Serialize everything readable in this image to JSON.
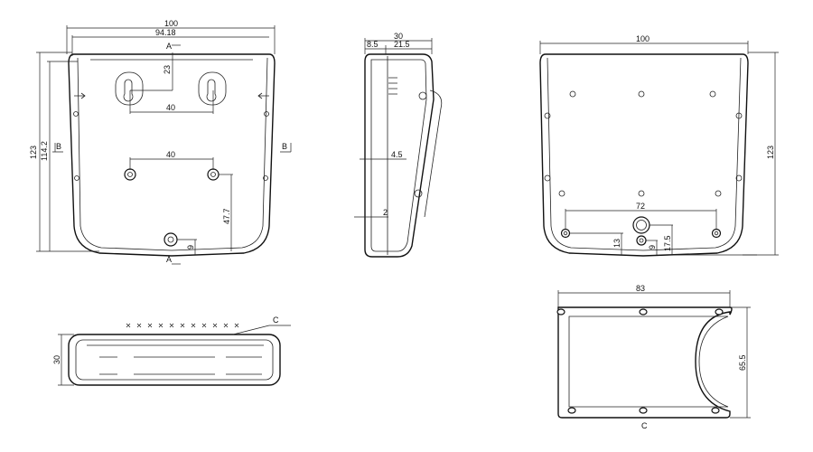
{
  "front_view": {
    "dim_width_outer": "100",
    "dim_width_inner": "94.18",
    "section_a_top": "A",
    "dim_keyhole_offset": "23",
    "dim_keyhole_spacing": "40",
    "dim_boss_spacing": "40",
    "dim_height_outer": "123",
    "dim_height_inner": "114.2",
    "section_b_left": "B",
    "section_b_right": "B",
    "dim_boss_height": "47.7",
    "dim_bottom_boss": "9",
    "section_a_bottom": "A"
  },
  "side_view": {
    "dim_depth": "30",
    "dim_base_depth": "8.5",
    "dim_cover_depth": "21.5",
    "dim_offset_mid": "4.5",
    "dim_offset_low": "2"
  },
  "rear_view": {
    "dim_width": "100",
    "dim_height": "123",
    "dim_hole_spacing": "72",
    "dim_hole_height": "13",
    "dim_small_boss": "9",
    "dim_large_boss": "17.5"
  },
  "bottom_section": {
    "dim_depth": "30",
    "callout": "C"
  },
  "detail_c": {
    "dim_width": "83",
    "dim_height": "65.5",
    "label": "C"
  }
}
